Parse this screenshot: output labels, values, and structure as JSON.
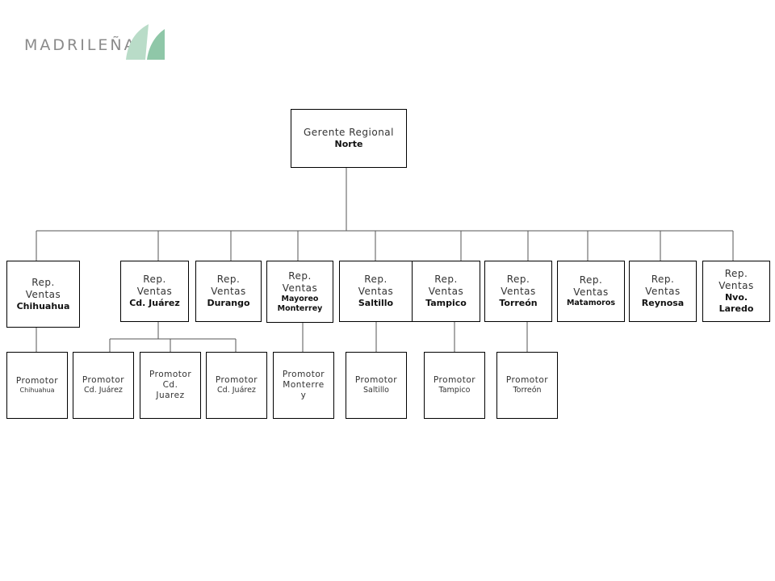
{
  "brand": {
    "name": "MADRILEÑA",
    "accent_color": "#8fc7a8",
    "accent_light": "#b9dcc8",
    "text_color": "#8a8a8a"
  },
  "root": {
    "line1": "Gerente Regional",
    "line2": "Norte"
  },
  "reps": [
    {
      "line1": "Rep. Ventas",
      "line2": "Chihuahua"
    },
    {
      "line1": "Rep. Ventas",
      "line2": "Cd. Juárez"
    },
    {
      "line1": "Rep. Ventas",
      "line2": "Durango"
    },
    {
      "line1": "Rep. Ventas",
      "line2": "Mayoreo Monterrey"
    },
    {
      "line1": "Rep. Ventas",
      "line2": "Saltillo"
    },
    {
      "line1": "Rep. Ventas",
      "line2": "Tampico"
    },
    {
      "line1": "Rep. Ventas",
      "line2": "Torreón"
    },
    {
      "line1": "Rep. Ventas",
      "line2": "Matamoros"
    },
    {
      "line1": "Rep. Ventas",
      "line2": "Reynosa"
    },
    {
      "line1": "Rep. Ventas",
      "line2": "Nvo. Laredo"
    }
  ],
  "promotores": [
    {
      "line1": "Promotor",
      "line2": "Chihuahua"
    },
    {
      "line1": "Promotor",
      "line2": "Cd. Juárez"
    },
    {
      "line1": "Promotor Cd. Juarez",
      "line2": ""
    },
    {
      "line1": "Promotor",
      "line2": "Cd. Juárez"
    },
    {
      "line1": "Promotor Monterre y",
      "line2": ""
    },
    {
      "line1": "Promotor",
      "line2": "Saltillo"
    },
    {
      "line1": "Promotor",
      "line2": "Tampico"
    },
    {
      "line1": "Promotor",
      "line2": "Torreón"
    }
  ]
}
